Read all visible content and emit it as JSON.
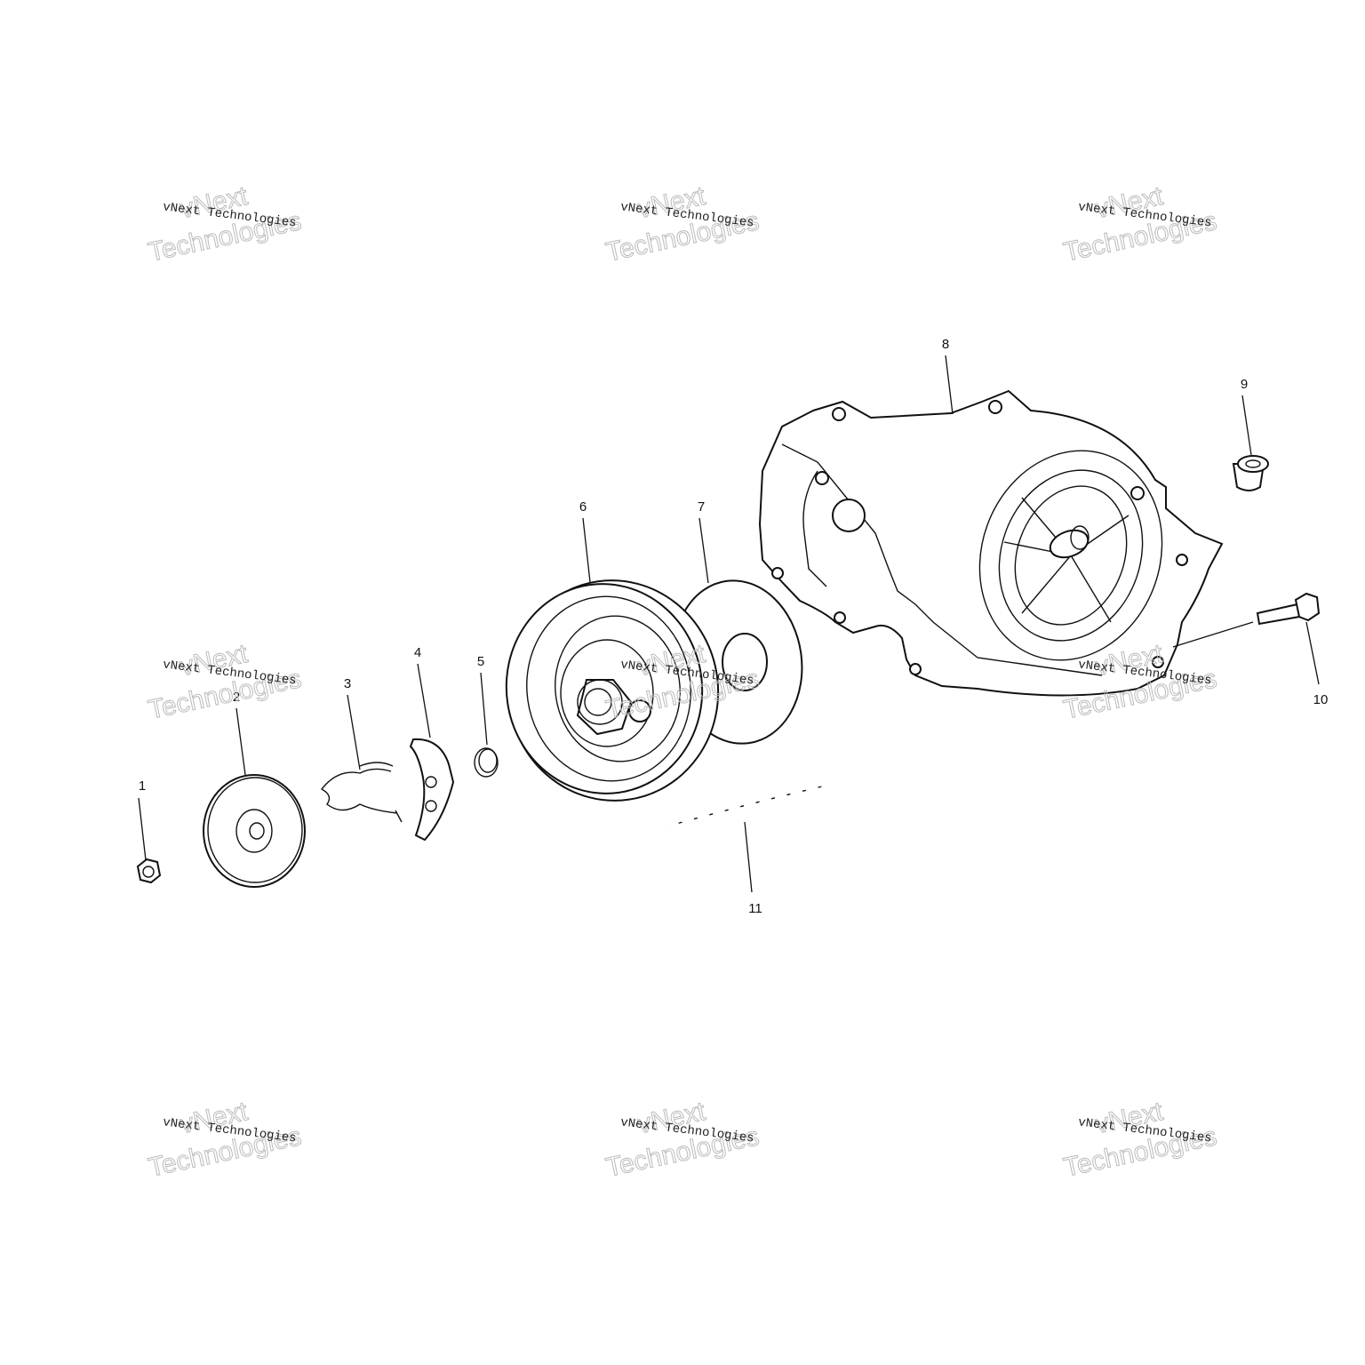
{
  "diagram": {
    "type": "exploded-parts-view",
    "callouts": [
      "1",
      "2",
      "3",
      "4",
      "5",
      "6",
      "7",
      "8",
      "9",
      "10",
      "11"
    ]
  },
  "watermark": {
    "line_small": "vNext Technologies",
    "line_big_1": "vNext",
    "line_big_2": "Technologies"
  }
}
